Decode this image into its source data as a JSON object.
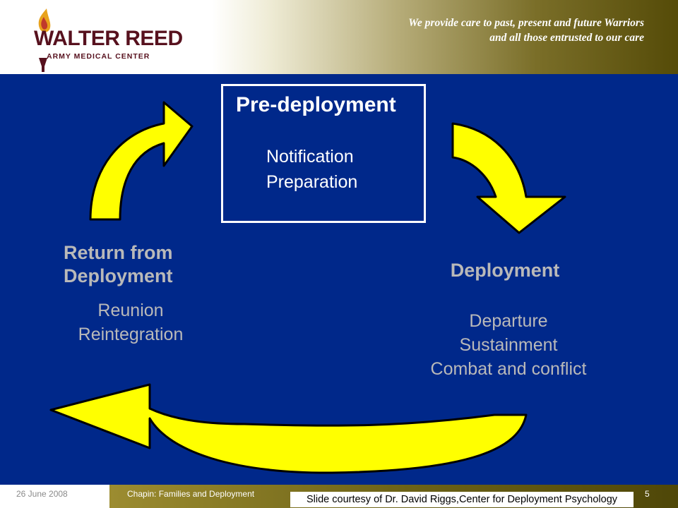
{
  "header": {
    "logo_text": "WALTER REED",
    "logo_subtext": "ARMY MEDICAL CENTER",
    "motto_line1": "We provide care to past, present and future Warriors",
    "motto_line2": "and all those entrusted to our care"
  },
  "diagram": {
    "pre_deployment": {
      "title": "Pre-deployment",
      "items": [
        "Notification",
        "Preparation"
      ]
    },
    "deployment": {
      "title": "Deployment",
      "items": [
        "Departure",
        "Sustainment",
        "Combat and conflict"
      ]
    },
    "return_from_deployment": {
      "title_line1": "Return from",
      "title_line2": "Deployment",
      "items": [
        "Reunion",
        "Reintegration"
      ]
    }
  },
  "colors": {
    "background": "#00288a",
    "arrow": "#ffff00",
    "arrow_outline": "#000000",
    "phase_text": "#b9b9b9",
    "logo": "#57111e"
  },
  "footer": {
    "date": "26 June 2008",
    "presentation": "Chapin: Families and Deployment",
    "credit": "Slide courtesy of Dr. David Riggs,Center for Deployment Psychology",
    "slide_number": "5"
  }
}
